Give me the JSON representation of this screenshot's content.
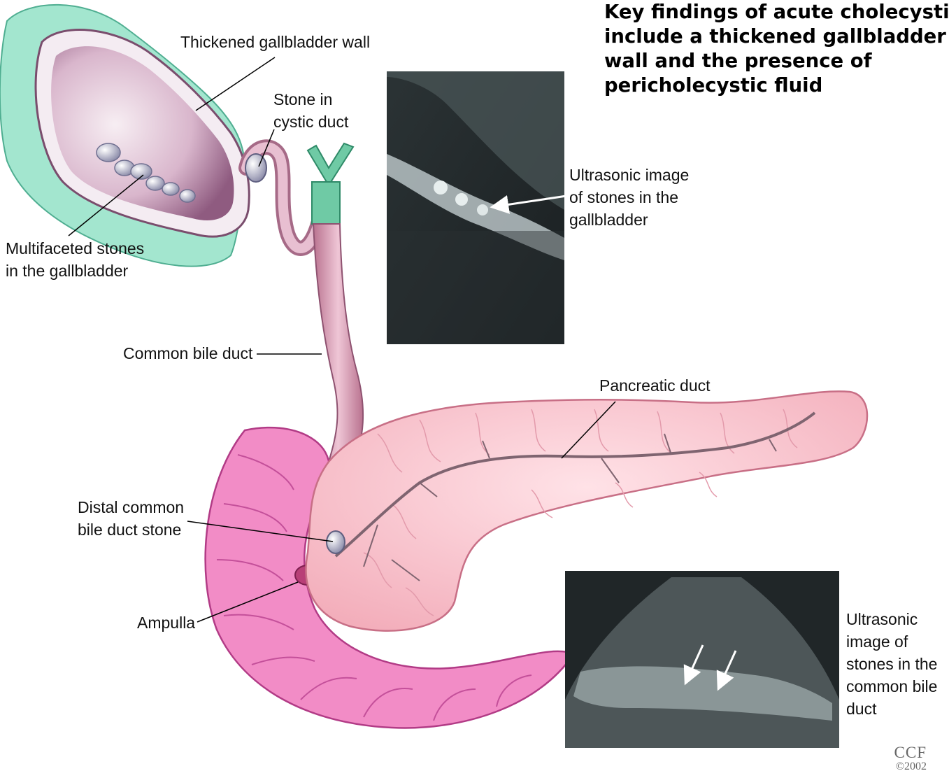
{
  "headline": {
    "lines": [
      "Key findings of acute cholecystitis",
      "include a thickened gallbladder",
      "wall and the presence of",
      "pericholecystic fluid"
    ]
  },
  "labels": {
    "gallbladder_wall": "Thickened gallbladder wall",
    "stone_cystic_duct": [
      "Stone in",
      "cystic duct"
    ],
    "multifaceted_stones": [
      "Multifaceted stones",
      "in the gallbladder"
    ],
    "common_bile_duct": "Common bile duct",
    "pancreatic_duct": "Pancreatic duct",
    "distal_stone": [
      "Distal common",
      "bile duct stone"
    ],
    "ampulla": "Ampulla",
    "ultrasound_gallbladder": [
      "Ultrasonic image",
      "of stones in the",
      "gallbladder"
    ],
    "ultrasound_cbd": [
      "Ultrasonic",
      "image of",
      "stones in the",
      "common bile",
      "duct"
    ]
  },
  "credit": {
    "org": "CCF",
    "year": "©2002"
  },
  "colors": {
    "gallbladder_tissue": "#9fe3cc",
    "gallbladder_interior": "#c9a3c0",
    "bile_duct": "#d9a0b8",
    "pancreas": "#f7c6cf",
    "duodenum": "#ef7fc0",
    "ultrasound": "#1e2426"
  }
}
